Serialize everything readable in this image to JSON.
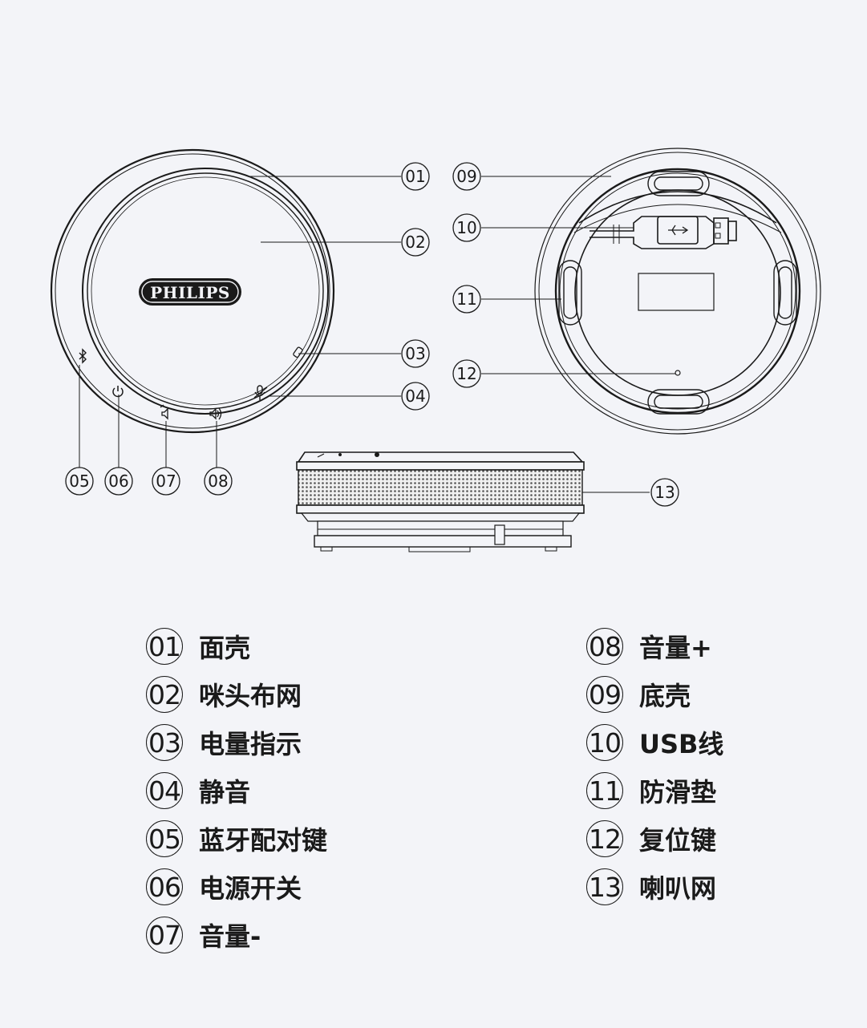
{
  "logo": "PHILIPS",
  "callouts": [
    "01",
    "02",
    "03",
    "04",
    "05",
    "06",
    "07",
    "08",
    "09",
    "10",
    "11",
    "12",
    "13"
  ],
  "legend": [
    {
      "num": "01",
      "label": "面壳"
    },
    {
      "num": "02",
      "label": "咪头布网"
    },
    {
      "num": "03",
      "label": "电量指示"
    },
    {
      "num": "04",
      "label": "静音"
    },
    {
      "num": "05",
      "label": "蓝牙配对键"
    },
    {
      "num": "06",
      "label": "电源开关"
    },
    {
      "num": "07",
      "label": "音量-"
    },
    {
      "num": "08",
      "label": "音量+"
    },
    {
      "num": "09",
      "label": "底壳"
    },
    {
      "num": "10",
      "label": "USB线"
    },
    {
      "num": "11",
      "label": "防滑垫"
    },
    {
      "num": "12",
      "label": "复位键"
    },
    {
      "num": "13",
      "label": "喇叭网"
    }
  ],
  "colors": {
    "background": "#f3f4f8",
    "line": "#1a1a1a",
    "grille": "#8a8a8a"
  }
}
